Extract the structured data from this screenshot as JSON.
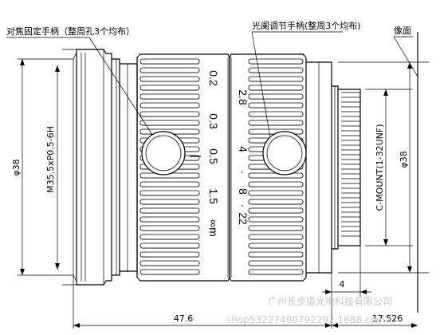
{
  "callouts": {
    "focus_handle": "对焦固定手柄（整周孔3个均布）",
    "iris_handle": "光阑调节手柄(整周3个均布)",
    "image_plane": "像面"
  },
  "dimensions": {
    "left_diameter": "φ38",
    "filter_thread": "M35.5xP0.5-6H",
    "mount_thread": "C-MOUNT(1-32UNF)",
    "right_diameter": "φ38",
    "mount_flange": "4",
    "total_length": "47.6",
    "back_focus": "17.526"
  },
  "focus_scale": [
    "0.2",
    "0.3",
    "0.5",
    "1.5",
    "∞m"
  ],
  "iris_scale": [
    "2.8",
    "4",
    "8",
    "22"
  ],
  "iris_dots": [
    "·",
    "·"
  ],
  "watermark": {
    "line1": "广州长步道光电科技有限公司",
    "line2": "shop53227490792292.1688.com"
  }
}
